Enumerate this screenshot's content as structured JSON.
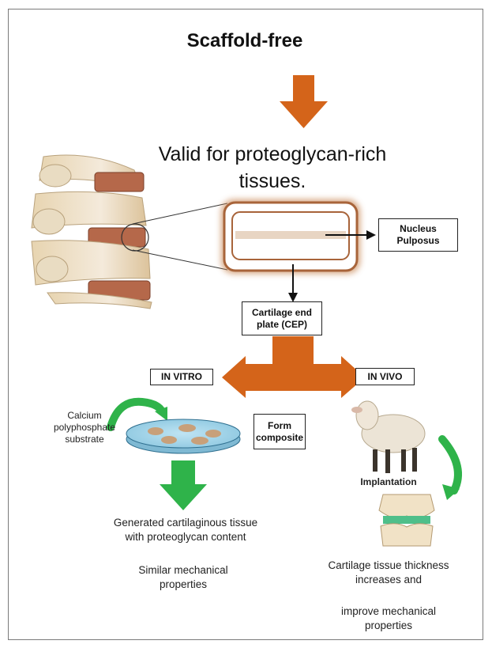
{
  "title": "Scaffold-free",
  "subtitle": "Valid for proteoglycan-rich tissues.",
  "boxes": {
    "nucleus": "Nucleus Pulposus",
    "cep": "Cartilage end plate (CEP)",
    "in_vitro": "IN VITRO",
    "in_vivo": "IN VIVO",
    "form_composite": "Form composite"
  },
  "labels": {
    "substrate": "Calcium polyphosphate substrate",
    "implantation": "Implantation",
    "left_result": "Generated cartilaginous tissue with proteoglycan content",
    "left_props": "Similar mechanical properties",
    "right_result": "Cartilage tissue thickness increases and",
    "right_props": "improve mechanical properties"
  },
  "colors": {
    "orange": "#d4641a",
    "green": "#2fb34a",
    "disc": "#b5684a",
    "bone": "#efe2c8"
  }
}
